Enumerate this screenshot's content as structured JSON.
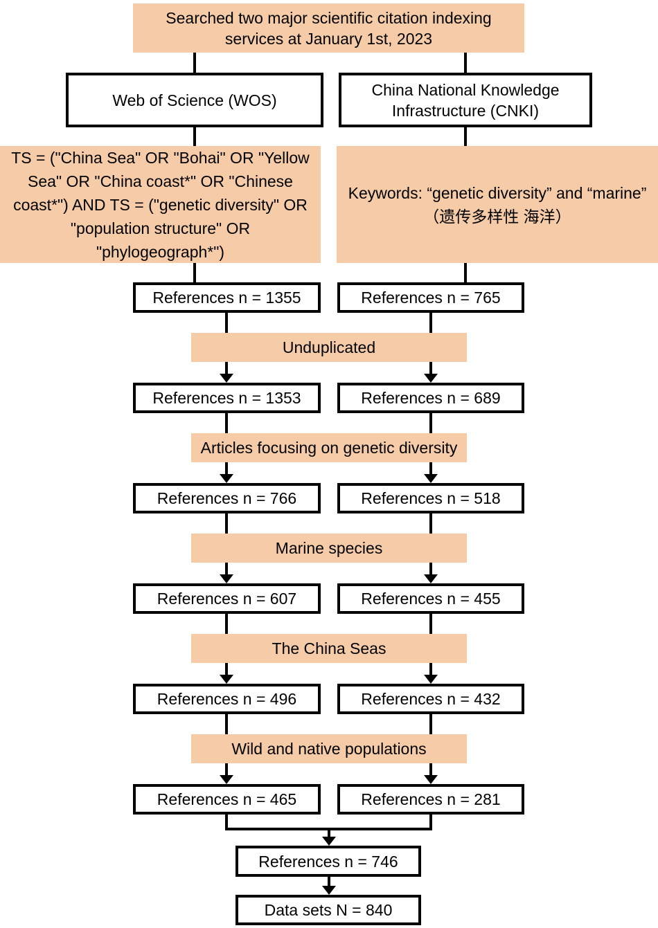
{
  "figure": {
    "title_box": "Searched two major scientific citation indexing\nservices at January 1st, 2023",
    "sources": {
      "wos": "Web of Science (WOS)",
      "cnki": "China National Knowledge\nInfrastructure (CNKI)"
    },
    "queries": {
      "wos": "TS = (\"China Sea\" OR \"Bohai\" OR \"Yellow\nSea\" OR \"China coast*\" OR \"Chinese\ncoast*\") AND TS = (\"genetic diversity\" OR\n\"population structure\" OR\n\"phylogeograph*\")",
      "cnki": "Keywords: “genetic diversity” and “marine”\n（遗传多样性 海洋）"
    },
    "rows": [
      {
        "wos": "References n = 1355",
        "cnki": "References n = 765"
      },
      {
        "wos": "References n = 1353",
        "cnki": "References n = 689"
      },
      {
        "wos": "References n = 766",
        "cnki": "References n = 518"
      },
      {
        "wos": "References n = 607",
        "cnki": "References n = 455"
      },
      {
        "wos": "References n = 496",
        "cnki": "References n = 432"
      },
      {
        "wos": "References n = 465",
        "cnki": "References n = 281"
      }
    ],
    "filters": [
      "Unduplicated",
      "Articles focusing on genetic diversity",
      "Marine species",
      "The China Seas",
      "Wild and native populations"
    ],
    "merged_box": "References n = 746",
    "final_box": "Data sets N = 840",
    "colors": {
      "highlight_fill": "#F6CBA8",
      "box_fill": "#FFFFFF",
      "border": "#000000",
      "text": "#000000"
    }
  }
}
